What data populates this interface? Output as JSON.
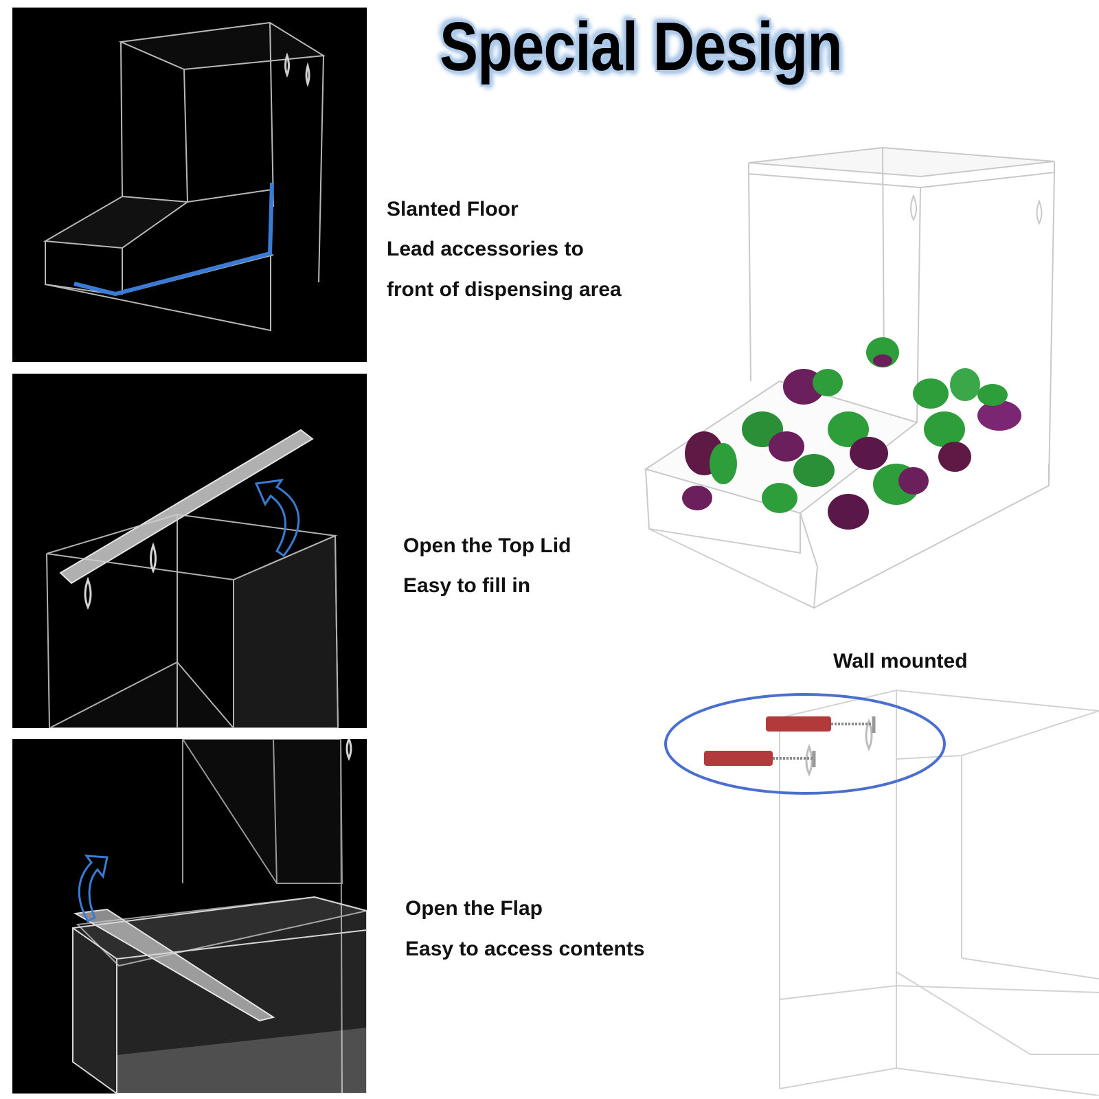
{
  "title": "Special Design",
  "features": [
    {
      "line1": "Slanted Floor",
      "line2": "Lead accessories to",
      "line3": "front of dispensing area"
    },
    {
      "line1": "Open the Top Lid",
      "line2": "Easy to fill in"
    },
    {
      "line1": "Open the Flap",
      "line2": "Easy to access contents"
    }
  ],
  "wall_label": "Wall mounted",
  "colors": {
    "panel_bg": "#000000",
    "highlight_blue": "#3a7bd5",
    "circle_blue": "#4a6fd0",
    "anchor_red": "#b33a3a",
    "pod_green": "#2e9e3a",
    "pod_purple": "#6b1f5c"
  }
}
